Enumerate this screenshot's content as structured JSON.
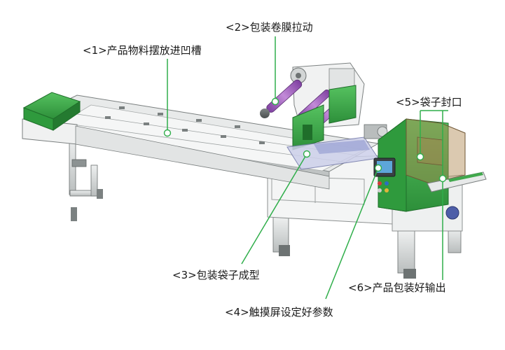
{
  "callouts": {
    "c1": "<1>产品物料摆放进凹槽",
    "c2": "<2>包装卷膜拉动",
    "c3": "<3>包装袋子成型",
    "c4": "<4>触摸屏设定好参数",
    "c5": "<5>袋子封口",
    "c6": "<6>产品包装好输出"
  },
  "colors": {
    "machine_green": "#3aa84a",
    "leader_line": "#2fae4a",
    "film_roller": "#9a5ab8",
    "frame_gray": "#d9dcdc"
  }
}
